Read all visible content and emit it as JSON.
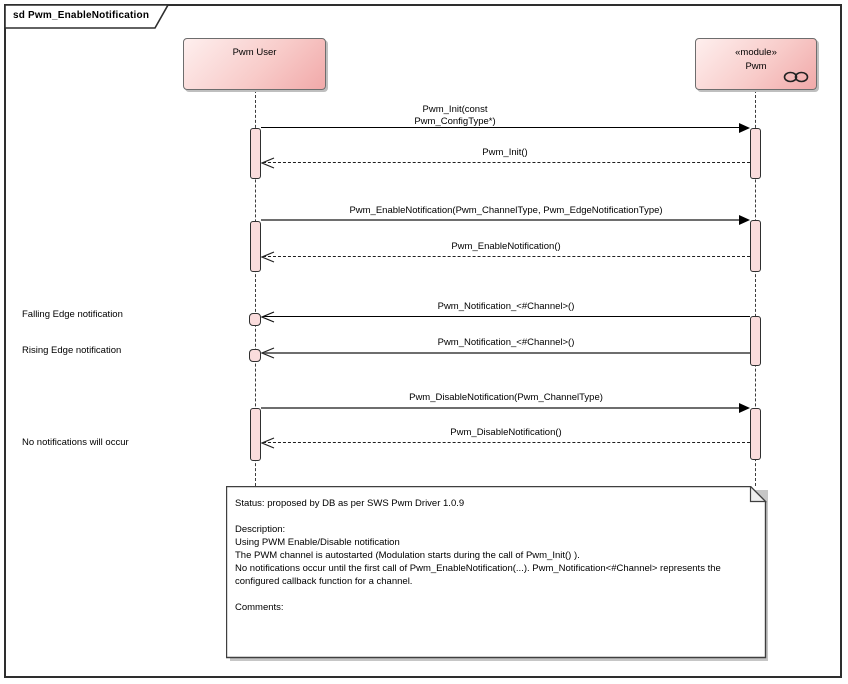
{
  "frame": {
    "title": "sd Pwm_EnableNotification"
  },
  "lifelines": {
    "user": {
      "label": "Pwm User"
    },
    "module": {
      "stereotype": "«module»",
      "label": "Pwm"
    }
  },
  "messages": [
    {
      "kind": "call",
      "line1": "Pwm_Init(const",
      "line2": "Pwm_ConfigType*)"
    },
    {
      "kind": "reply",
      "label": "Pwm_Init()"
    },
    {
      "kind": "call",
      "label": "Pwm_EnableNotification(Pwm_ChannelType, Pwm_EdgeNotificationType)"
    },
    {
      "kind": "reply",
      "label": "Pwm_EnableNotification()"
    },
    {
      "kind": "signal",
      "label": "Pwm_Notification_<#Channel>()"
    },
    {
      "kind": "signal",
      "label": "Pwm_Notification_<#Channel>()"
    },
    {
      "kind": "call",
      "label": "Pwm_DisableNotification(Pwm_ChannelType)"
    },
    {
      "kind": "reply",
      "label": "Pwm_DisableNotification()"
    }
  ],
  "annotations": [
    {
      "label": "Falling Edge notification"
    },
    {
      "label": "Rising Edge notification"
    },
    {
      "label": "No notifications will occur"
    }
  ],
  "note": {
    "status": "Status: proposed by DB as per SWS Pwm Driver 1.0.9",
    "description_heading": "Description:",
    "description_lines": [
      "Using PWM Enable/Disable notification",
      "The PWM channel is autostarted (Modulation starts during the call of Pwm_Init() ).",
      "No notifications occur until the first call of Pwm_EnableNotification(...). Pwm_Notification<#Channel>  represents the configured callback function for a channel."
    ],
    "comments_heading": "Comments:"
  },
  "colors": {
    "head_fill_light": "#feefee",
    "head_fill_dark": "#f1a9a9",
    "activation_fill": "#fadcdc",
    "frame_border": "#2e2e2e",
    "line": "#000000",
    "gray_line": "#6e6e6e"
  }
}
